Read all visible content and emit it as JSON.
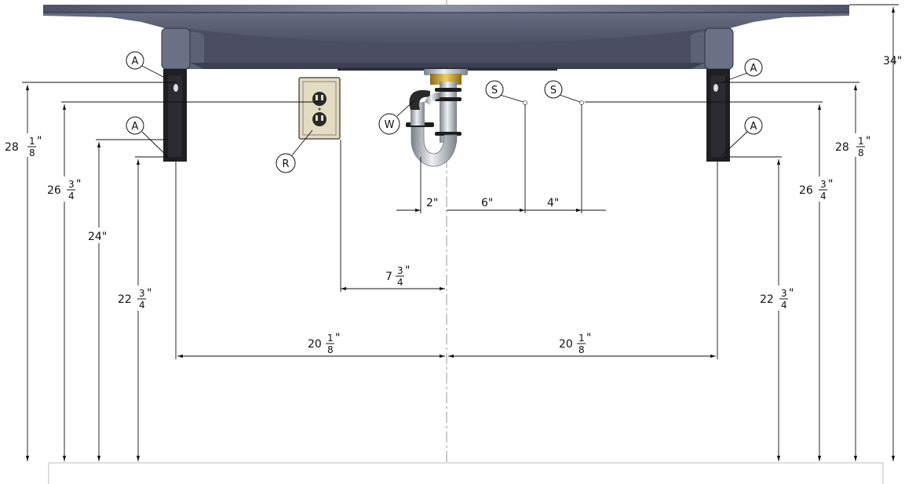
{
  "dimensions": {
    "overall_height": "34\"",
    "bracket_top_height": "28",
    "bracket_top_frac": {
      "num": "1",
      "den": "8"
    },
    "inch_mark": "\"",
    "receptacle_height": "26",
    "receptacle_frac": {
      "num": "3",
      "den": "4"
    },
    "lower_anchor_height": "24\"",
    "bracket_bottom_height": "22",
    "bracket_bottom_frac": {
      "num": "3",
      "den": "4"
    },
    "trap_offset": "2\"",
    "supply_offset": "6\"",
    "supply_spacing": "4\"",
    "receptacle_offset": "7",
    "receptacle_offset_frac": {
      "num": "3",
      "den": "4"
    },
    "bracket_spacing": "20",
    "bracket_spacing_frac": {
      "num": "1",
      "den": "8"
    }
  },
  "callouts": {
    "anchor": "A",
    "receptacle": "R",
    "supply": "S",
    "waste": "W"
  },
  "colors": {
    "sink_body": "#555a6e",
    "sink_rim": "#6e7388",
    "bracket": "#1f1f22",
    "chrome": "#b8bcc4",
    "brass": "#c9a23a",
    "outlet_plate": "#e4dcc2"
  }
}
